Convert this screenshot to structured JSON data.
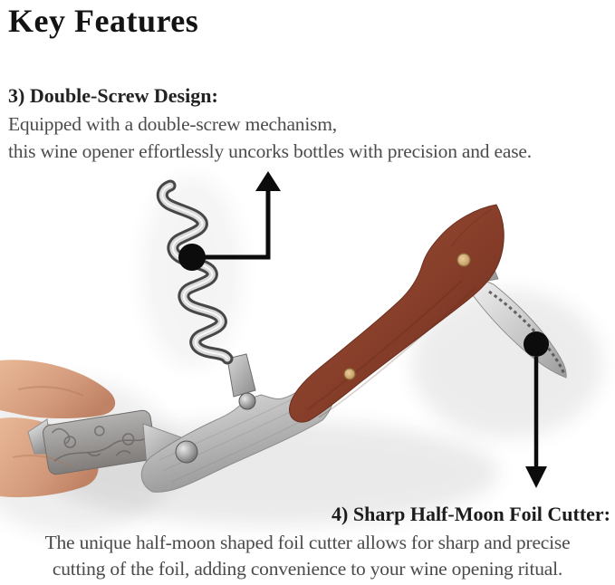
{
  "title": "Key Features",
  "features": {
    "double_screw": {
      "heading": "3) Double-Screw Design:",
      "body_line1": "Equipped with a double-screw mechanism,",
      "body_line2": "this wine opener effortlessly uncorks bottles with precision and ease."
    },
    "foil_cutter": {
      "heading": "4) Sharp Half-Moon Foil Cutter:",
      "body_line1": "The unique half-moon shaped foil cutter allows for sharp and precise",
      "body_line2": "cutting of the foil, adding convenience to your wine opening ritual."
    }
  },
  "illustration": {
    "subject": "waiter-style wine opener with rosewood handle held by a hand",
    "callouts": [
      {
        "target": "corkscrew-spiral",
        "arrow": "elbow-up"
      },
      {
        "target": "foil-cutter-blade",
        "arrow": "straight-down"
      }
    ],
    "colors": {
      "background": "#ffffff",
      "wood": "#8e4a33",
      "steel_light": "#e9e9e9",
      "steel_dark": "#8f8f8f",
      "brass_pin": "#c9a05e",
      "skin": "#d8a287",
      "annotation": "#111111",
      "heading_text": "#1c1c1c",
      "body_text": "#4b4b4b"
    }
  }
}
